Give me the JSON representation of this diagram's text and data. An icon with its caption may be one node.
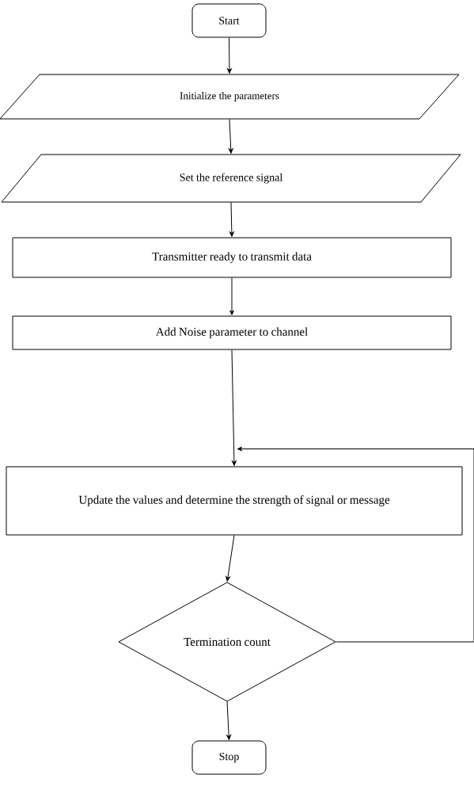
{
  "diagram": {
    "nodes": [
      {
        "text": [
          "Start"
        ]
      },
      {
        "text": [
          "Initialize the parameters"
        ]
      },
      {
        "text": [
          "Set the reference signal"
        ]
      },
      {
        "text": [
          "Transmitter ready to transmit data"
        ]
      },
      {
        "text": [
          "Add Noise parameter to channel"
        ]
      },
      {
        "text": [
          "Update the values and determine the strength of signal or message"
        ]
      },
      {
        "text": [
          "Termination count"
        ]
      },
      {
        "text": [
          "Stop"
        ]
      }
    ],
    "edges": [
      {
        "from": 0,
        "to": 1,
        "arrow": "to"
      },
      {
        "from": 1,
        "to": 2,
        "arrow": "to"
      },
      {
        "from": 2,
        "to": 3,
        "arrow": "to"
      },
      {
        "from": 3,
        "to": 4,
        "arrow": "to"
      },
      {
        "from": 4,
        "to": 5,
        "arrow": "to"
      },
      {
        "from": 5,
        "to": 6,
        "arrow": "to"
      },
      {
        "from": 6,
        "to": 7,
        "arrow": "to"
      },
      {
        "from": 6,
        "to": 5,
        "arrow": "to"
      }
    ]
  }
}
